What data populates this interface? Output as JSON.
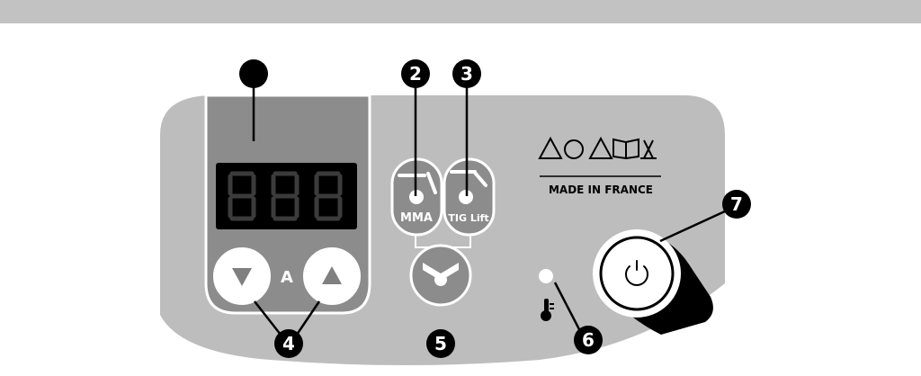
{
  "callouts": {
    "n1": "",
    "n2": "2",
    "n3": "3",
    "n4": "4",
    "n5": "5",
    "n6": "6",
    "n7": "7"
  },
  "display": {
    "digits": [
      "8",
      "8",
      "8"
    ]
  },
  "current_unit": "A",
  "modes": {
    "mma": "MMA",
    "tig": "TIG Lift"
  },
  "made_in": "MADE IN FRANCE",
  "colors": {
    "header_band": "#c2c2c2",
    "panel": "#bdbdbd",
    "display_frame": "#8c8c8c",
    "lcd": "#000000",
    "segment": "#3b3b3b",
    "button": "#ffffff",
    "callout": "#000000"
  },
  "icons": [
    "arrow-down-icon",
    "arrow-up-icon",
    "mode-select-icon",
    "thermometer-icon",
    "power-icon",
    "warning-icons"
  ]
}
